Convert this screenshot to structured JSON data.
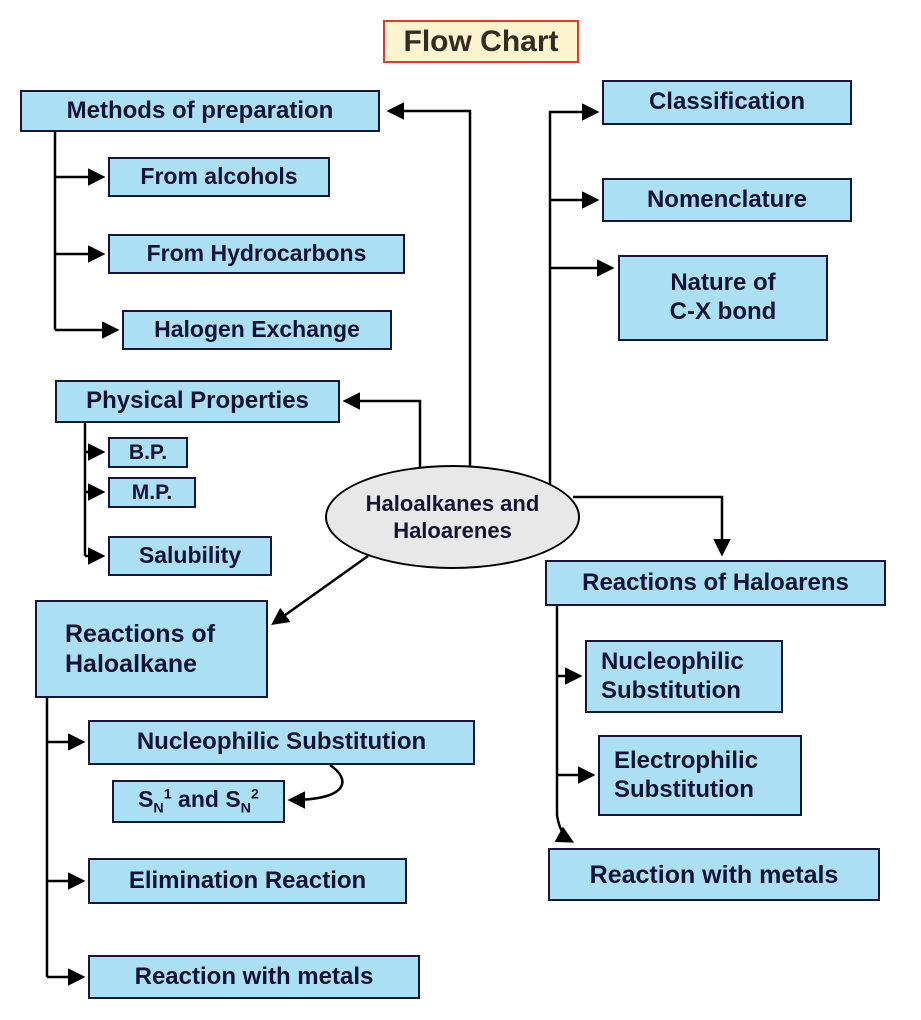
{
  "title": "Flow Chart",
  "center": {
    "line1": "Haloalkanes and",
    "line2": "Haloarenes"
  },
  "left": {
    "methods": "Methods of preparation",
    "from_alcohols": "From alcohols",
    "from_hydrocarbons": "From Hydrocarbons",
    "halogen_exchange": "Halogen Exchange",
    "physical": "Physical Properties",
    "bp": "B.P.",
    "mp": "M.P.",
    "solubility": "Salubility",
    "reactions_line1": "Reactions of",
    "reactions_line2": "Haloalkane",
    "nucleophilic": "Nucleophilic Substitution",
    "sn": {
      "s1": "S",
      "n1": "N",
      "p1": "1",
      "mid": " and ",
      "s2": "S",
      "n2": "N",
      "p2": "2"
    },
    "elimination": "Elimination Reaction",
    "metals": "Reaction with metals"
  },
  "right": {
    "classification": "Classification",
    "nomenclature": "Nomenclature",
    "nature_line1": "Nature of",
    "nature_line2": "C-X bond",
    "reactions": "Reactions of Haloarens",
    "nucleophilic_line1": "Nucleophilic",
    "nucleophilic_line2": "Substitution",
    "electrophilic_line1": "Electrophilic",
    "electrophilic_line2": "Substitution",
    "metals": "Reaction with metals"
  },
  "colors": {
    "box_fill": "#abe0f4",
    "box_border": "#15153d",
    "title_fill": "#fcf3cf",
    "title_border": "#e6382c",
    "ellipse_fill": "#e8e8e8",
    "arrow": "#000000",
    "text": "#131335"
  }
}
